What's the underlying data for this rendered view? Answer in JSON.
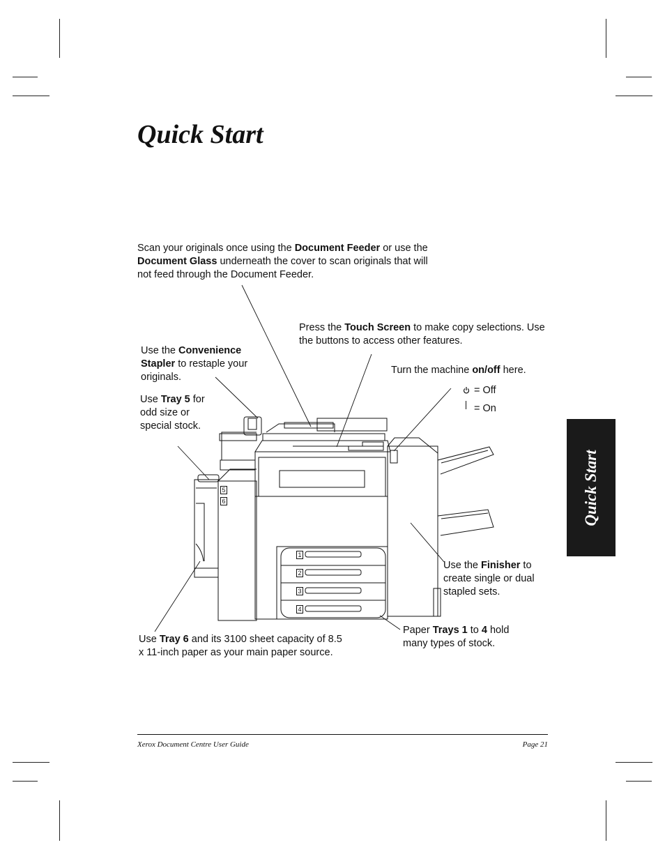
{
  "page": {
    "title": "Quick Start",
    "side_tab": "Quick Start",
    "footer_left": "Xerox Document Centre User Guide",
    "footer_right": "Page 21"
  },
  "callouts": {
    "scan": [
      {
        "t": "Scan your originals once using the "
      },
      {
        "t": "Document Feeder",
        "b": true
      },
      {
        "t": " or use the "
      },
      {
        "t": "Document Glass",
        "b": true
      },
      {
        "t": " underneath the cover to scan originals that will not feed through the Document Feeder."
      }
    ],
    "touch_screen": [
      {
        "t": "Press the "
      },
      {
        "t": "Touch Screen",
        "b": true
      },
      {
        "t": " to make copy selections. Use the buttons to access other features."
      }
    ],
    "stapler": [
      {
        "t": "Use the "
      },
      {
        "t": "Convenience Stapler",
        "b": true
      },
      {
        "t": " to restaple your originals."
      }
    ],
    "power": [
      {
        "t": "Turn the machine "
      },
      {
        "t": "on/off",
        "b": true
      },
      {
        "t": " here."
      }
    ],
    "tray5": [
      {
        "t": "Use "
      },
      {
        "t": "Tray 5",
        "b": true
      },
      {
        "t": " for odd size or special stock."
      }
    ],
    "finisher": [
      {
        "t": "Use the "
      },
      {
        "t": "Finisher",
        "b": true
      },
      {
        "t": " to create single or dual stapled sets."
      }
    ],
    "trays14": [
      {
        "t": "Paper "
      },
      {
        "t": "Trays 1",
        "b": true
      },
      {
        "t": " to "
      },
      {
        "t": "4",
        "b": true
      },
      {
        "t": " hold many types of stock."
      }
    ],
    "tray6": [
      {
        "t": "Use "
      },
      {
        "t": "Tray 6",
        "b": true
      },
      {
        "t": " and its 3100 sheet capacity of 8.5 x 11-inch paper as your main paper source."
      }
    ]
  },
  "power_legend": {
    "off_label": "= Off",
    "on_label": "= On",
    "off_icon": "power-off-icon",
    "on_icon": "power-on-icon"
  },
  "tray_labels": {
    "side": [
      "5",
      "6"
    ],
    "front": [
      "1",
      "2",
      "3",
      "4"
    ]
  }
}
